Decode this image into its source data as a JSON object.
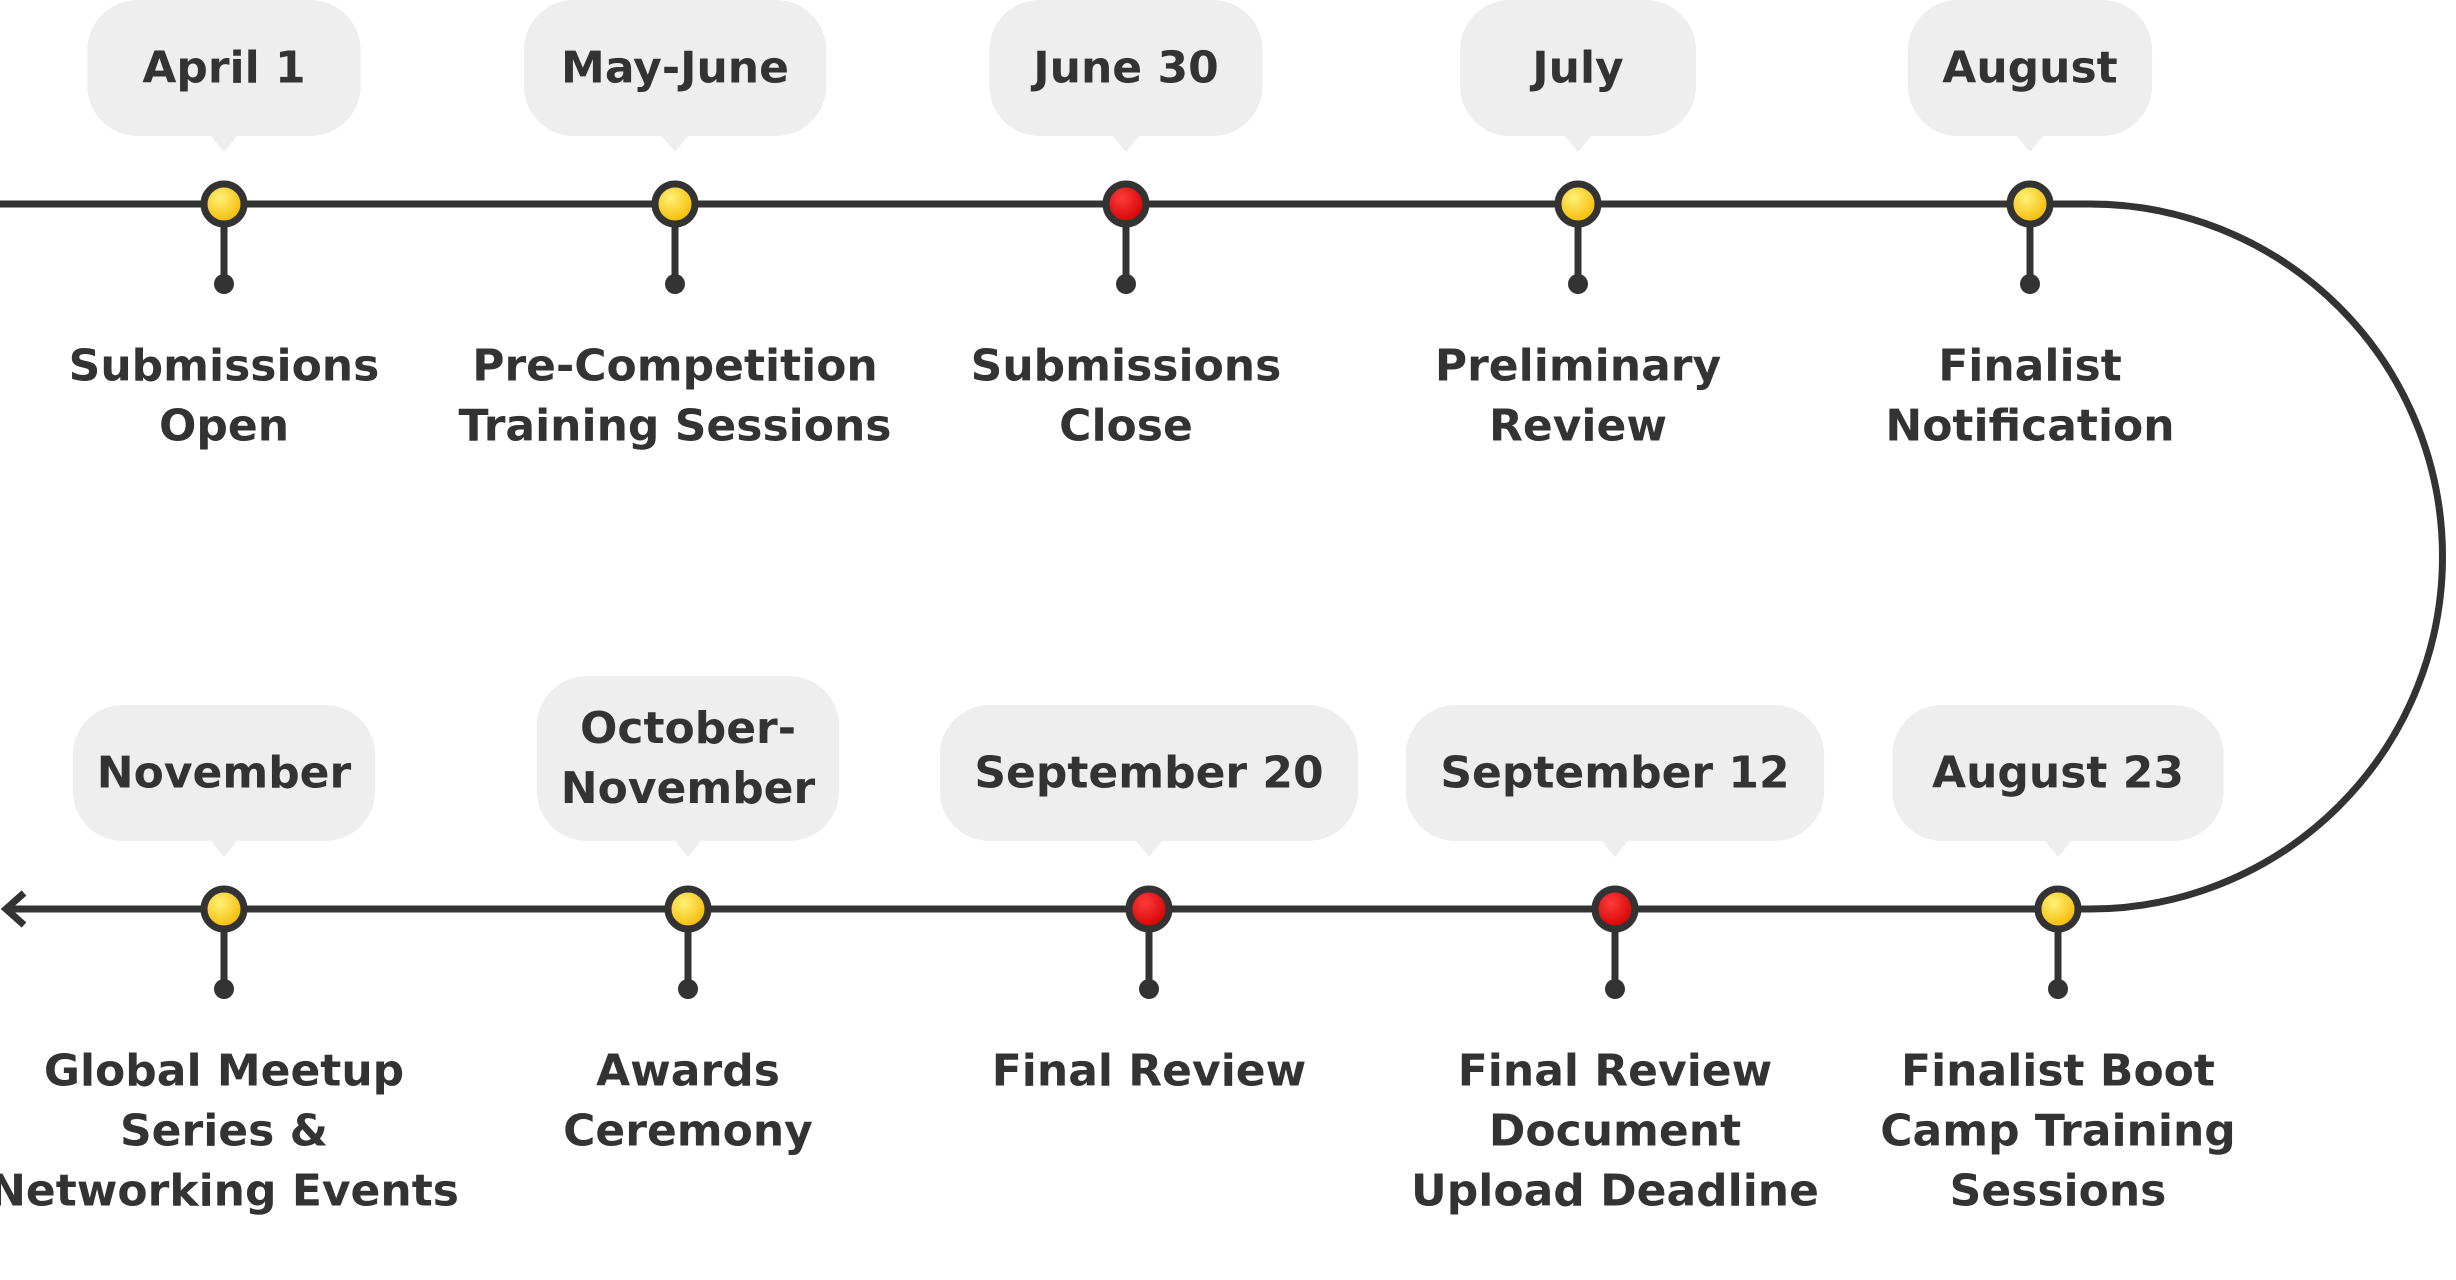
{
  "colors": {
    "line": "#333333",
    "bubble": "#eeeeee",
    "text": "#333333",
    "milestone_standard": "#f5c518",
    "milestone_deadline": "#e00000"
  },
  "top_row": [
    {
      "date": [
        "April 1"
      ],
      "label": [
        "Submissions",
        "Open"
      ],
      "kind": "standard"
    },
    {
      "date": [
        "May-June"
      ],
      "label": [
        "Pre-Competition",
        "Training Sessions"
      ],
      "kind": "standard"
    },
    {
      "date": [
        "June 30"
      ],
      "label": [
        "Submissions",
        "Close"
      ],
      "kind": "deadline"
    },
    {
      "date": [
        "July"
      ],
      "label": [
        "Preliminary",
        "Review"
      ],
      "kind": "standard"
    },
    {
      "date": [
        "August"
      ],
      "label": [
        "Finalist",
        "Notification"
      ],
      "kind": "standard"
    }
  ],
  "bottom_row": [
    {
      "date": [
        "November"
      ],
      "label": [
        "Global Meetup",
        "Series &",
        "Networking Events"
      ],
      "kind": "standard"
    },
    {
      "date": [
        "October-",
        "November"
      ],
      "label": [
        "Awards",
        "Ceremony"
      ],
      "kind": "standard"
    },
    {
      "date": [
        "September 20"
      ],
      "label": [
        "Final Review"
      ],
      "kind": "deadline"
    },
    {
      "date": [
        "September 12"
      ],
      "label": [
        "Final Review",
        "Document",
        "Upload Deadline"
      ],
      "kind": "deadline"
    },
    {
      "date": [
        "August 23"
      ],
      "label": [
        "Finalist Boot",
        "Camp Training",
        "Sessions"
      ],
      "kind": "standard"
    }
  ]
}
